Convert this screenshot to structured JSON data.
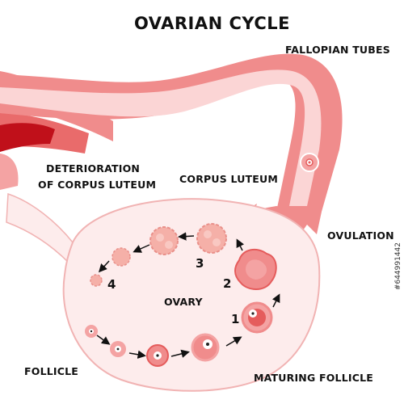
{
  "title": "OVARIAN CYCLE",
  "labels": {
    "fallopian_tubes": "FALLOPIAN TUBES",
    "deterioration_line1": "DETERIORATION",
    "deterioration_line2": "OF CORPUS LUTEUM",
    "corpus_luteum": "CORPUS LUTEUM",
    "ovulation": "OVULATION",
    "ovary": "OVARY",
    "follicle": "FOLLICLE",
    "maturing_follicle": "MATURING FOLLICLE"
  },
  "stages": [
    "1",
    "2",
    "3",
    "4"
  ],
  "stock_id": "#644991442",
  "colors": {
    "tube": "#f08c8c",
    "tube_light": "#fbd5d5",
    "ovary_fill": "#fdecec",
    "ovary_stroke": "#f1b3b3",
    "uterus_dark": "#c0101a",
    "egg": "#f4a3a3",
    "follicle_dark": "#e55c5c",
    "corpus": "#f5b0a8"
  }
}
